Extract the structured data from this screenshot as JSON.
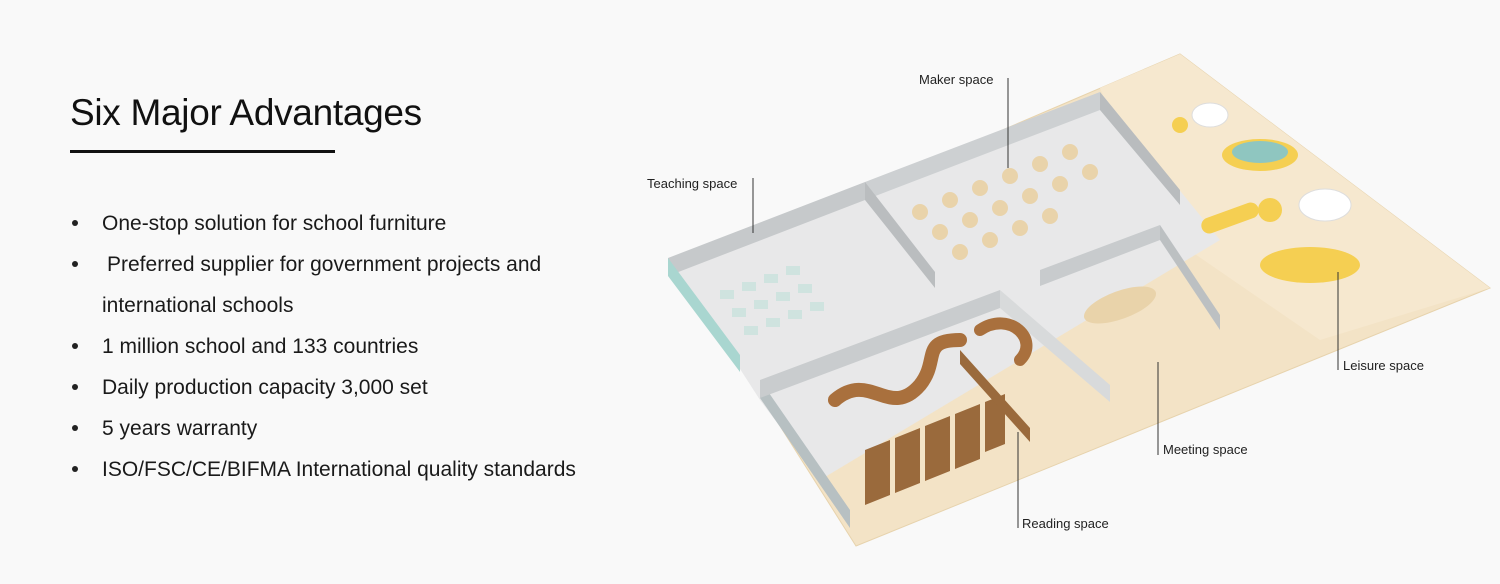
{
  "heading": "Six Major Advantages",
  "advantages": [
    "One-stop solution for school furniture",
    "Preferred supplier for government projects and",
    "international schools",
    "1 million school and 133 countries",
    "Daily production capacity 3,000 set",
    "5 years warranty",
    "ISO/FSC/CE/BIFMA International quality standards"
  ],
  "floorplan": {
    "labels": {
      "maker": "Maker space",
      "teaching": "Teaching space",
      "leisure": "Leisure space",
      "meeting": "Meeting space",
      "reading": "Reading space"
    }
  },
  "colors": {
    "text": "#111111",
    "floor_wood": "#f3e3c6",
    "room_floor": "#e6e6e6",
    "wall": "#bfc3c6",
    "shelf": "#9a6a3c",
    "leisure_yellow": "#f5cf52"
  }
}
